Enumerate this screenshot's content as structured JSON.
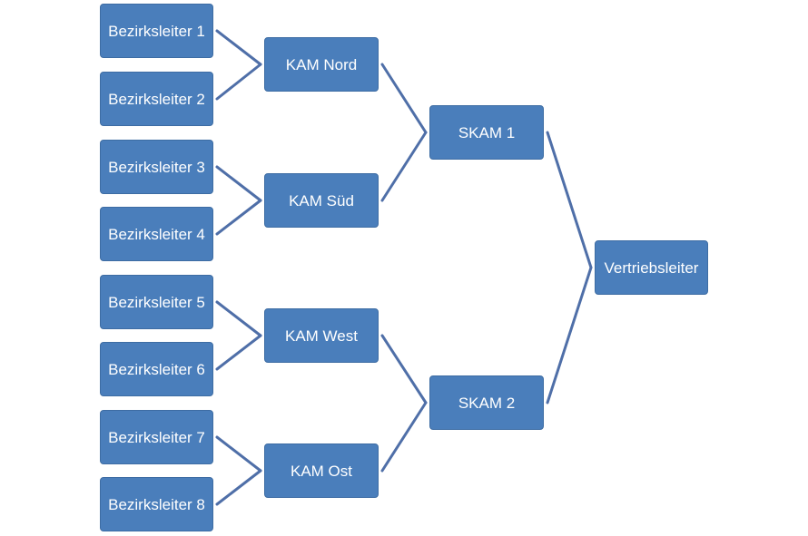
{
  "diagram": {
    "type": "tree-hierarchy",
    "line_color": "#4f6fa8",
    "box_color": "#4a7ebb",
    "text_color": "#ffffff",
    "nodes": {
      "bl1": "Bezirksleiter 1",
      "bl2": "Bezirksleiter 2",
      "bl3": "Bezirksleiter 3",
      "bl4": "Bezirksleiter 4",
      "bl5": "Bezirksleiter 5",
      "bl6": "Bezirksleiter 6",
      "bl7": "Bezirksleiter 7",
      "bl8": "Bezirksleiter 8",
      "kam_nord": "KAM Nord",
      "kam_sued": "KAM Süd",
      "kam_west": "KAM West",
      "kam_ost": "KAM Ost",
      "skam1": "SKAM 1",
      "skam2": "SKAM 2",
      "vertriebsleiter": "Vertriebsleiter"
    },
    "edges": [
      [
        "bl1",
        "kam_nord"
      ],
      [
        "bl2",
        "kam_nord"
      ],
      [
        "bl3",
        "kam_sued"
      ],
      [
        "bl4",
        "kam_sued"
      ],
      [
        "bl5",
        "kam_west"
      ],
      [
        "bl6",
        "kam_west"
      ],
      [
        "bl7",
        "kam_ost"
      ],
      [
        "bl8",
        "kam_ost"
      ],
      [
        "kam_nord",
        "skam1"
      ],
      [
        "kam_sued",
        "skam1"
      ],
      [
        "kam_west",
        "skam2"
      ],
      [
        "kam_ost",
        "skam2"
      ],
      [
        "skam1",
        "vertriebsleiter"
      ],
      [
        "skam2",
        "vertriebsleiter"
      ]
    ]
  }
}
